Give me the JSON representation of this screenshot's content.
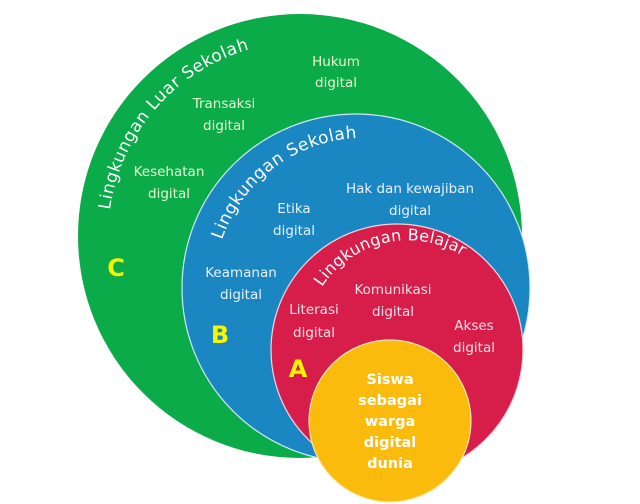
{
  "colors": {
    "outer_green": "#0bab49",
    "school_blue": "#1a87c3",
    "learning_red": "#d71e4a",
    "center_yellow": "#fbbb0d",
    "label_yellow": "#f7f500",
    "ring_stroke": "#cfe9f3"
  },
  "rings": {
    "c": {
      "title": "Lingkungan Luar Sekolah",
      "letter": "C",
      "items": [
        {
          "line1": "Hukum",
          "line2": "digital"
        },
        {
          "line1": "Transaksi",
          "line2": "digital"
        },
        {
          "line1": "Kesehatan",
          "line2": "digital"
        }
      ]
    },
    "b": {
      "title": "Lingkungan Sekolah",
      "letter": "B",
      "items": [
        {
          "line1": "Hak dan kewajiban",
          "line2": "digital"
        },
        {
          "line1": "Etika",
          "line2": "digital"
        },
        {
          "line1": "Keamanan",
          "line2": "digital"
        }
      ]
    },
    "a": {
      "title": "Lingkungan Belajar",
      "letter": "A",
      "items": [
        {
          "line1": "Komunikasi",
          "line2": "digital"
        },
        {
          "line1": "Literasi",
          "line2": "digital"
        },
        {
          "line1": "Akses",
          "line2": "digital"
        }
      ]
    },
    "center": {
      "lines": [
        "Siswa",
        "sebagai",
        "warga",
        "digital",
        "dunia"
      ]
    }
  }
}
